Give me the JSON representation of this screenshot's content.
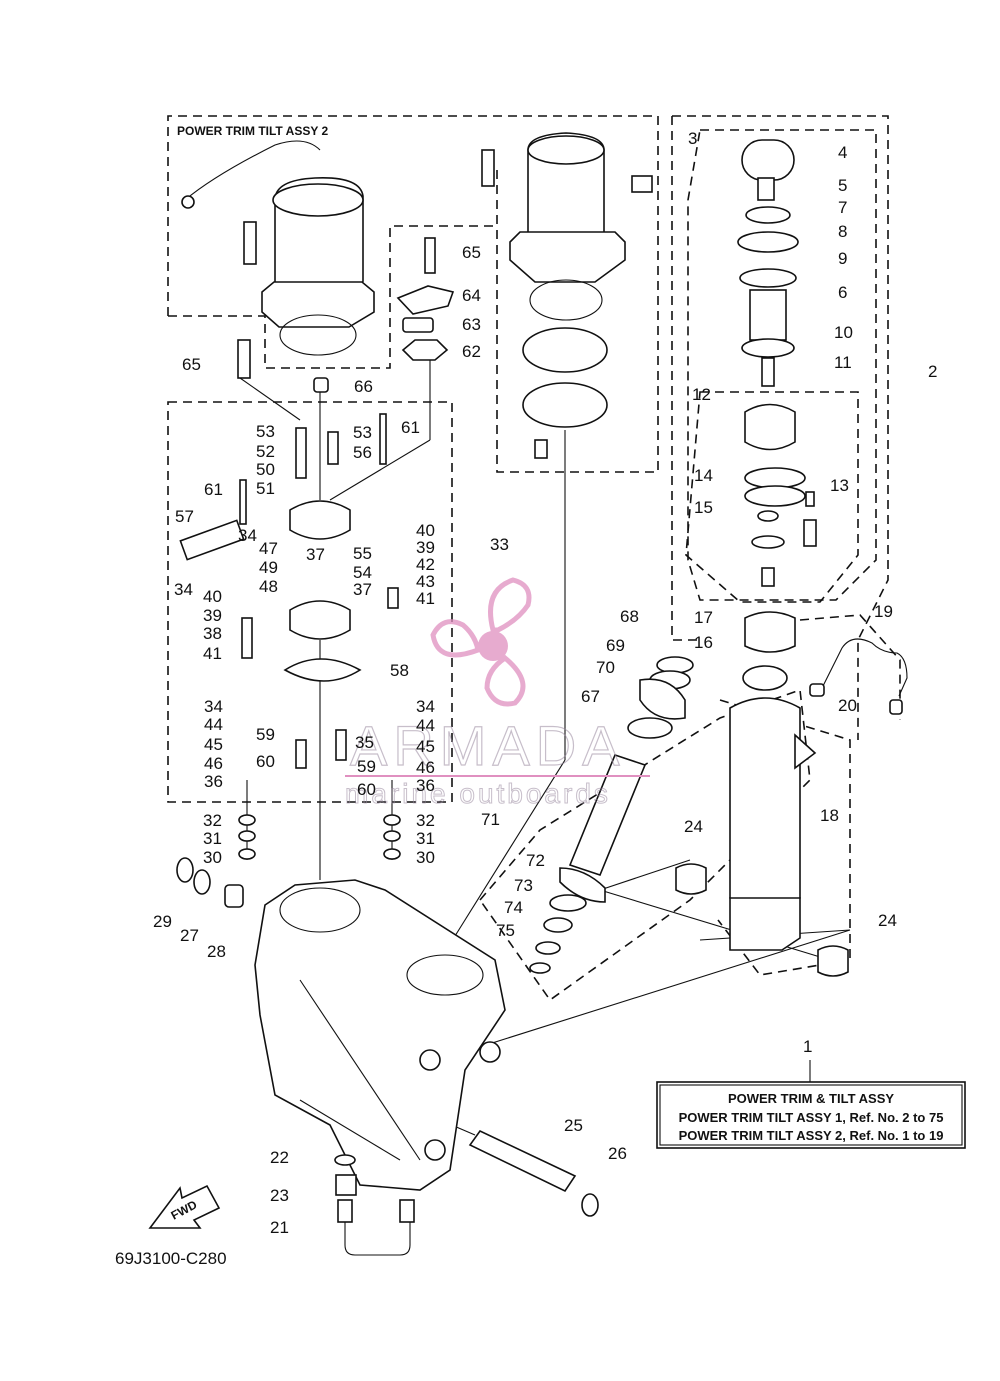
{
  "diagram": {
    "drawing_code": "69J3100-C280",
    "fwd_label": "FWD",
    "group_box_title": "POWER TRIM TILT ASSY 2",
    "legend": {
      "ref_number": "1",
      "title": "POWER TRIM & TILT ASSY",
      "line1": "POWER TRIM TILT ASSY 1,  Ref. No. 2 to 75",
      "line2": "POWER TRIM TILT ASSY 2,  Ref. No. 1 to 19"
    },
    "watermark": {
      "brand": "ARMADA",
      "tagline": "marine outboards",
      "color": "#e090c0"
    },
    "labels": {
      "n2": "2",
      "n3": "3",
      "n4": "4",
      "n5": "5",
      "n6": "6",
      "n7": "7",
      "n8": "8",
      "n9": "9",
      "n10": "10",
      "n11": "11",
      "n12": "12",
      "n13": "13",
      "n14": "14",
      "n15": "15",
      "n16": "16",
      "n17": "17",
      "n18": "18",
      "n19": "19",
      "n20": "20",
      "n21": "21",
      "n22": "22",
      "n23": "23",
      "n24a": "24",
      "n24b": "24",
      "n25": "25",
      "n26": "26",
      "n27": "27",
      "n28": "28",
      "n29": "29",
      "n30a": "30",
      "n30b": "30",
      "n31a": "31",
      "n31b": "31",
      "n32a": "32",
      "n32b": "32",
      "n33": "33",
      "n34a": "34",
      "n34b": "34",
      "n34c": "34",
      "n34d": "34",
      "n35": "35",
      "n36a": "36",
      "n36b": "36",
      "n37a": "37",
      "n37b": "37",
      "n38": "38",
      "n39a": "39",
      "n39b": "39",
      "n40a": "40",
      "n40b": "40",
      "n41a": "41",
      "n41b": "41",
      "n42": "42",
      "n43": "43",
      "n44a": "44",
      "n44b": "44",
      "n45a": "45",
      "n45b": "45",
      "n46a": "46",
      "n46b": "46",
      "n47": "47",
      "n48": "48",
      "n49": "49",
      "n50": "50",
      "n51": "51",
      "n52": "52",
      "n53a": "53",
      "n53b": "53",
      "n54": "54",
      "n55": "55",
      "n56": "56",
      "n57": "57",
      "n58": "58",
      "n59a": "59",
      "n59b": "59",
      "n60a": "60",
      "n60b": "60",
      "n61a": "61",
      "n61b": "61",
      "n62": "62",
      "n63": "63",
      "n64": "64",
      "n65a": "65",
      "n65b": "65",
      "n66": "66",
      "n67": "67",
      "n68": "68",
      "n69": "69",
      "n70": "70",
      "n71": "71",
      "n72": "72",
      "n73": "73",
      "n74": "74",
      "n75": "75"
    }
  }
}
